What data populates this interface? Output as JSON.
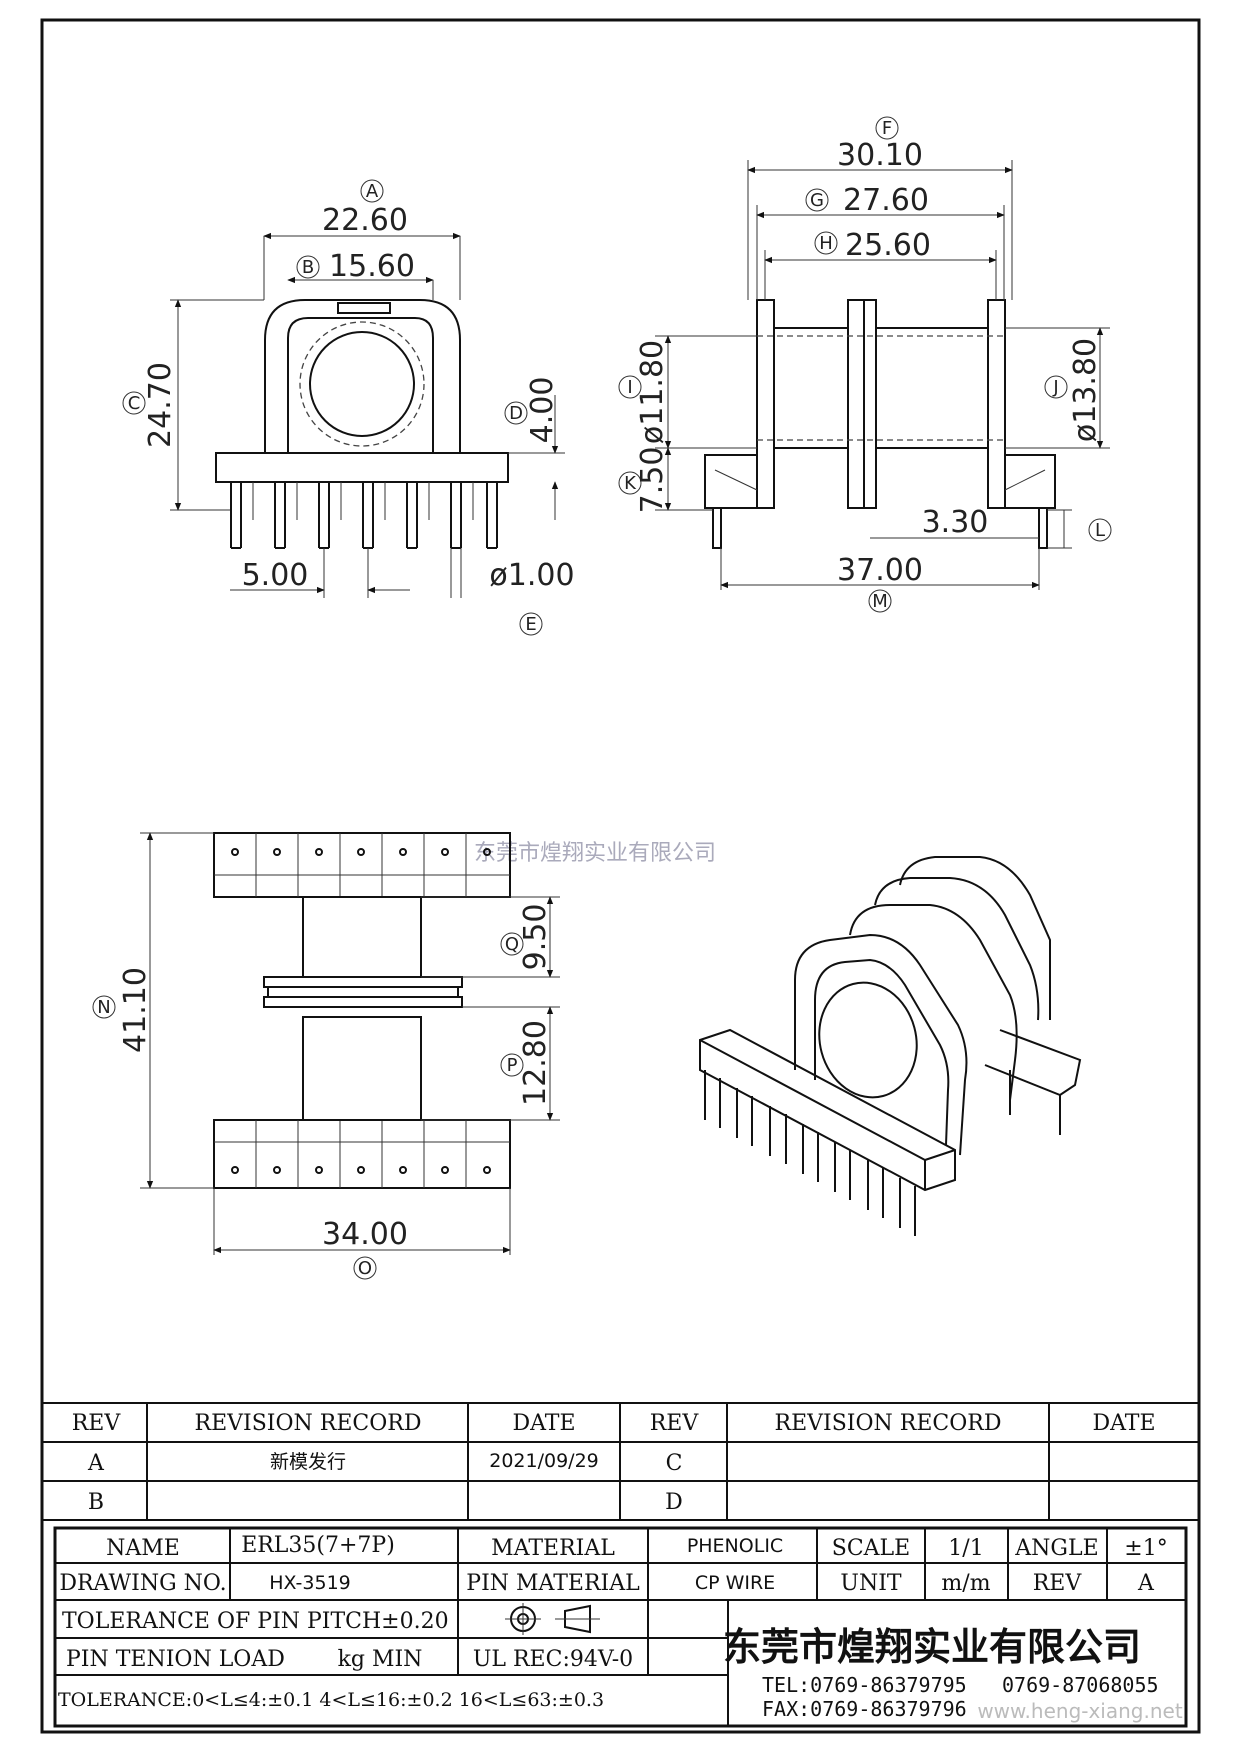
{
  "dims": {
    "a_letter": "A",
    "a_val": "22.60",
    "b_letter": "B",
    "b_val": "15.60",
    "c_letter": "C",
    "c_val": "24.70",
    "d_letter": "D",
    "d_val": "4.00",
    "e_letter": "E",
    "e_pitch": "5.00",
    "e_dia": "ø1.00",
    "f_letter": "F",
    "f_val": "30.10",
    "g_letter": "G",
    "g_val": "27.60",
    "h_letter": "H",
    "h_val": "25.60",
    "i_letter": "I",
    "i_val": "ø11.80",
    "j_letter": "J",
    "j_val": "ø13.80",
    "k_letter": "K",
    "k_val": "7.50",
    "l_letter": "L",
    "l_val": "3.30",
    "m_letter": "M",
    "m_val": "37.00",
    "n_letter": "N",
    "n_val": "41.10",
    "o_letter": "O",
    "o_val": "34.00",
    "p_letter": "P",
    "p_val": "12.80",
    "q_letter": "Q",
    "q_val": "9.50"
  },
  "watermark": "东莞市煌翔实业有限公司",
  "footer_url": "www.heng-xiang.net",
  "revision_table": {
    "headers": [
      "REV",
      "REVISION RECORD",
      "DATE",
      "REV",
      "REVISION RECORD",
      "DATE"
    ],
    "rows": [
      [
        "A",
        "新模发行",
        "2021/09/29",
        "C",
        "",
        ""
      ],
      [
        "B",
        "",
        "",
        "D",
        "",
        ""
      ]
    ]
  },
  "title_block": {
    "name_label": "NAME",
    "name_value": "ERL35(7+7P)",
    "material_label": "MATERIAL",
    "material_value": "PHENOLIC",
    "scale_label": "SCALE",
    "scale_value": "1/1",
    "angle_label": "ANGLE",
    "angle_value": "±1°",
    "drawing_no_label": "DRAWING NO.",
    "drawing_no_value": "HX-3519",
    "pin_material_label": "PIN MATERIAL",
    "pin_material_value": "CP WIRE",
    "unit_label": "UNIT",
    "unit_value": "m/m",
    "rev_label": "REV",
    "rev_value": "A",
    "tolerance_pitch": "TOLERANCE OF PIN PITCH±0.20",
    "pin_tension": "PIN TENION LOAD",
    "pin_tension_unit": "kg MIN",
    "ul_rec": "UL REC:94V-0",
    "tolerance_general": "TOLERANCE:0<L≤4:±0.1  4<L≤16:±0.2  16<L≤63:±0.3",
    "company": "东莞市煌翔实业有限公司",
    "tel": "TEL:0769-86379795",
    "tel2": "0769-87068055",
    "fax": "FAX:0769-86379796"
  }
}
